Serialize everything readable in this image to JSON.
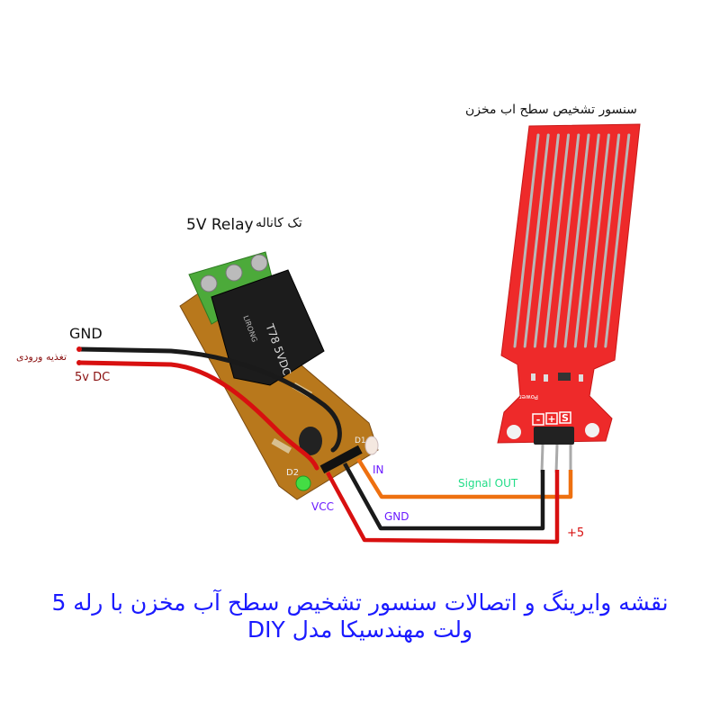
{
  "labels": {
    "sensor_title": "سنسور تشخیص سطح اب مخزن",
    "relay_title": "5V Relay",
    "relay_subtitle": "تک کاناله",
    "gnd_in": "GND",
    "power_input": "تغذیه ورودی",
    "dc_in": "5v DC",
    "in_pin": "IN",
    "vcc_pin": "VCC",
    "gnd_pin": "GND",
    "signal_out": "Signal  OUT",
    "plus5": "+5"
  },
  "sensor": {
    "pins": [
      "-",
      "+",
      "S"
    ],
    "power_label": "Power"
  },
  "relay": {
    "marking": "T78 5VDC",
    "brand": "LIRONG",
    "d1": "D1",
    "d2": "D2"
  },
  "caption": {
    "line1": "نقشه وایرینگ و اتصالات سنسور تشخیص سطح آب مخزن با رله 5",
    "line2": "ولت مهندسیکا مدل DIY"
  },
  "colors": {
    "sensor_red": "#ee2a2a",
    "wire_red": "#d81010",
    "wire_black": "#1a1a1a",
    "wire_orange": "#ee7010",
    "label_purple": "#6a1aff",
    "label_green": "#22dd88",
    "caption_blue": "#1a1aff"
  }
}
